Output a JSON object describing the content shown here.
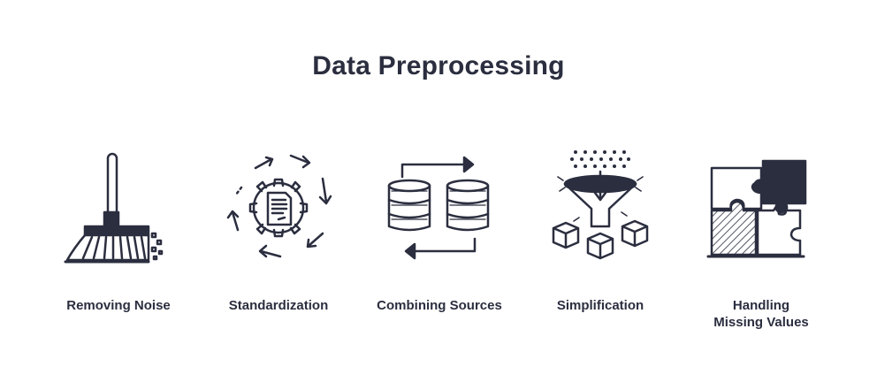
{
  "title": "Data Preprocessing",
  "steps": [
    {
      "label": "Removing Noise",
      "icon": "broom-icon"
    },
    {
      "label": "Standardization",
      "icon": "gear-document-cycle-icon"
    },
    {
      "label": "Combining Sources",
      "icon": "databases-exchange-icon"
    },
    {
      "label": "Simplification",
      "icon": "funnel-cubes-icon"
    },
    {
      "label_lines": [
        "Handling",
        "Missing Values"
      ],
      "icon": "puzzle-icon"
    }
  ],
  "colors": {
    "ink": "#2b2e3f",
    "background": "#ffffff"
  }
}
